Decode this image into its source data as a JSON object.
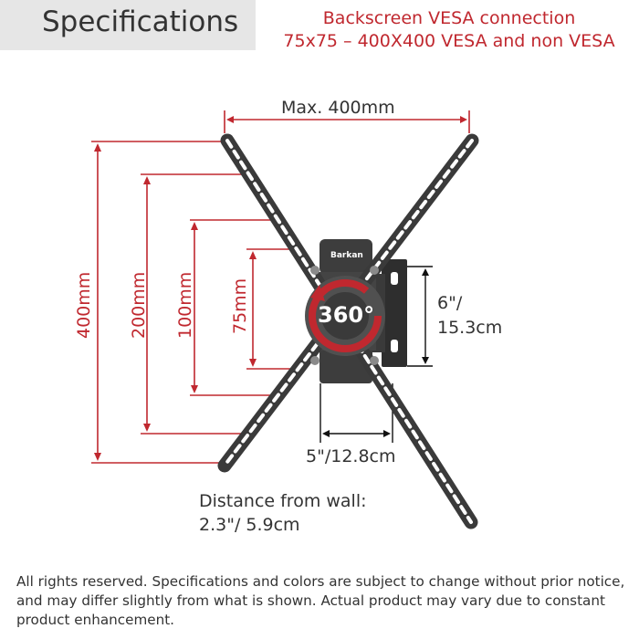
{
  "header": {
    "title": "Specifications",
    "subtitle_line1": "Backscreen VESA connection",
    "subtitle_line2": "75x75 – 400X400 VESA and non VESA"
  },
  "diagram": {
    "brand": "Barkan",
    "rotation_label": "360°",
    "max_width_label": "Max. 400mm",
    "vesa_heights": [
      "400mm",
      "200mm",
      "100mm",
      "75mm"
    ],
    "plate_height_line1": "6\"/",
    "plate_height_line2": "15.3cm",
    "plate_width": "5\"/12.8cm",
    "distance_line1": "Distance from wall:",
    "distance_line2": "2.3\"/ 5.9cm"
  },
  "footer": {
    "text": "All rights reserved. Specifications and colors are subject to change without prior notice, and may differ slightly from what is shown. Actual product may vary due to constant product enhancement."
  },
  "colors": {
    "accent_red": "#c0282f",
    "header_tab": "#e6e6e6",
    "metal": "#3a3a3a"
  }
}
